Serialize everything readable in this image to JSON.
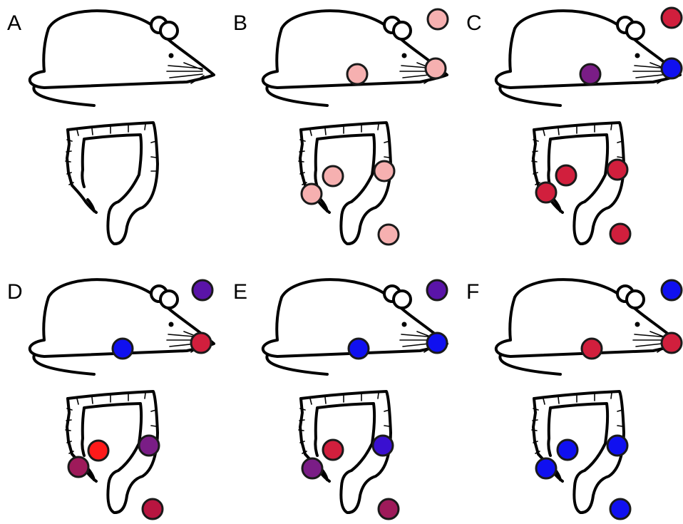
{
  "panels": [
    {
      "label": "A",
      "markers": {}
    },
    {
      "label": "B",
      "markers": {
        "key": "#f6b0b0",
        "body": "#f6b0b0",
        "nose": "#f6b0b0",
        "colon_cecum": "#f6b0b0",
        "colon_proximal": "#f6b0b0",
        "colon_distal": "#f6b0b0",
        "feces": "#f6b0b0"
      }
    },
    {
      "label": "C",
      "markers": {
        "key": "#d11f3d",
        "body": "#7a1d86",
        "nose": "#1010f0",
        "colon_cecum": "#d11f3d",
        "colon_proximal": "#d11f3d",
        "colon_distal": "#d11f3d",
        "feces": "#d11f3d"
      }
    },
    {
      "label": "D",
      "markers": {
        "key": "#5a14a8",
        "body": "#1010f0",
        "nose": "#d11f3d",
        "colon_cecum": "#9e1a5a",
        "colon_proximal": "#ff1a1a",
        "colon_distal": "#7a1d86",
        "feces": "#b81540"
      }
    },
    {
      "label": "E",
      "markers": {
        "key": "#5a14a8",
        "body": "#1010f0",
        "nose": "#1010f0",
        "colon_cecum": "#7a1d86",
        "colon_proximal": "#d11f3d",
        "colon_distal": "#3a10d0",
        "feces": "#9e1a5a"
      }
    },
    {
      "label": "F",
      "markers": {
        "key": "#1010f0",
        "body": "#d11f3d",
        "nose": "#d11f3d",
        "colon_cecum": "#1010f0",
        "colon_proximal": "#1010f0",
        "colon_distal": "#1010f0",
        "feces": "#1010f0"
      }
    }
  ]
}
